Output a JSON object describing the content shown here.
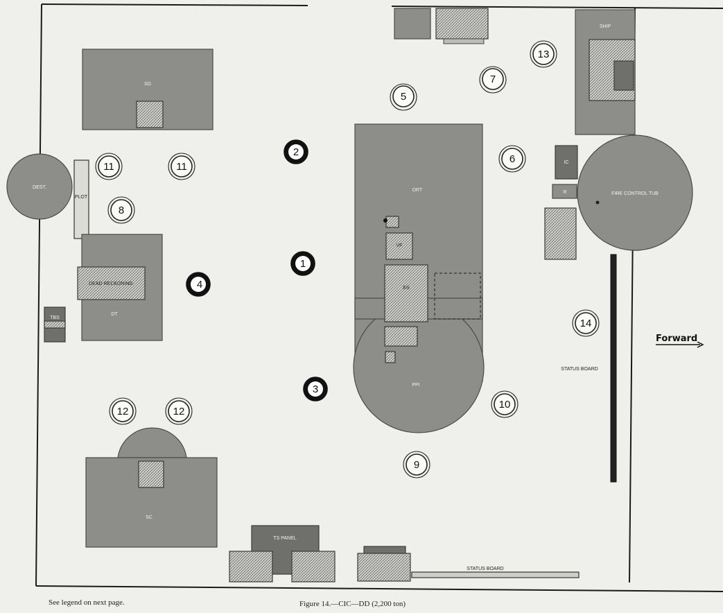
{
  "footer": {
    "legend_note": "See legend on next page.",
    "figure_caption": "Figure 14.—CIC—DD (2,200 ton)"
  },
  "direction": {
    "label": "Forward"
  },
  "equipment": {
    "top_left_block": "SG",
    "dest_circle": "DEST.",
    "plot_strip": "PLOT",
    "mid_left_inner": "DEAD RECKONING",
    "mid_left_block": "DT",
    "small_left_tag": "TBS",
    "center_tall": "DRT",
    "center_circle": "PPI",
    "center_box_1": "VF",
    "center_box_2": "ES",
    "bottom_left_block": "SC",
    "bottom_center": "TS PANEL",
    "fire_control": "FIRE CONTROL TUB",
    "top_right_block": "SHIP",
    "right_small_1": "IC",
    "right_small_2": "R",
    "status_board_vertical": "STATUS BOARD",
    "status_board_bottom": "STATUS BOARD"
  },
  "stations": {
    "s1": "1",
    "s2": "2",
    "s3": "3",
    "s4": "4",
    "s5": "5",
    "s6": "6",
    "s7": "7",
    "s8": "8",
    "s9": "9",
    "s10": "10",
    "s11a": "11",
    "s11b": "11",
    "s12a": "12",
    "s12b": "12",
    "s13": "13",
    "s14": "14"
  }
}
